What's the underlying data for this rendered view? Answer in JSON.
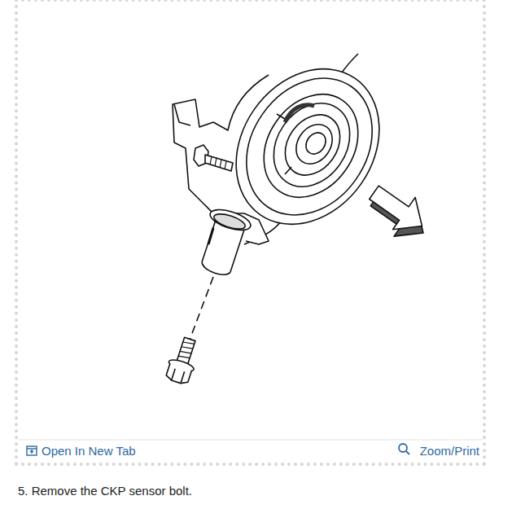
{
  "diagram": {
    "caption": "5. Remove the CKP sensor bolt.",
    "labels": [
      "Open In New Tab",
      "Zoom/Print"
    ]
  }
}
